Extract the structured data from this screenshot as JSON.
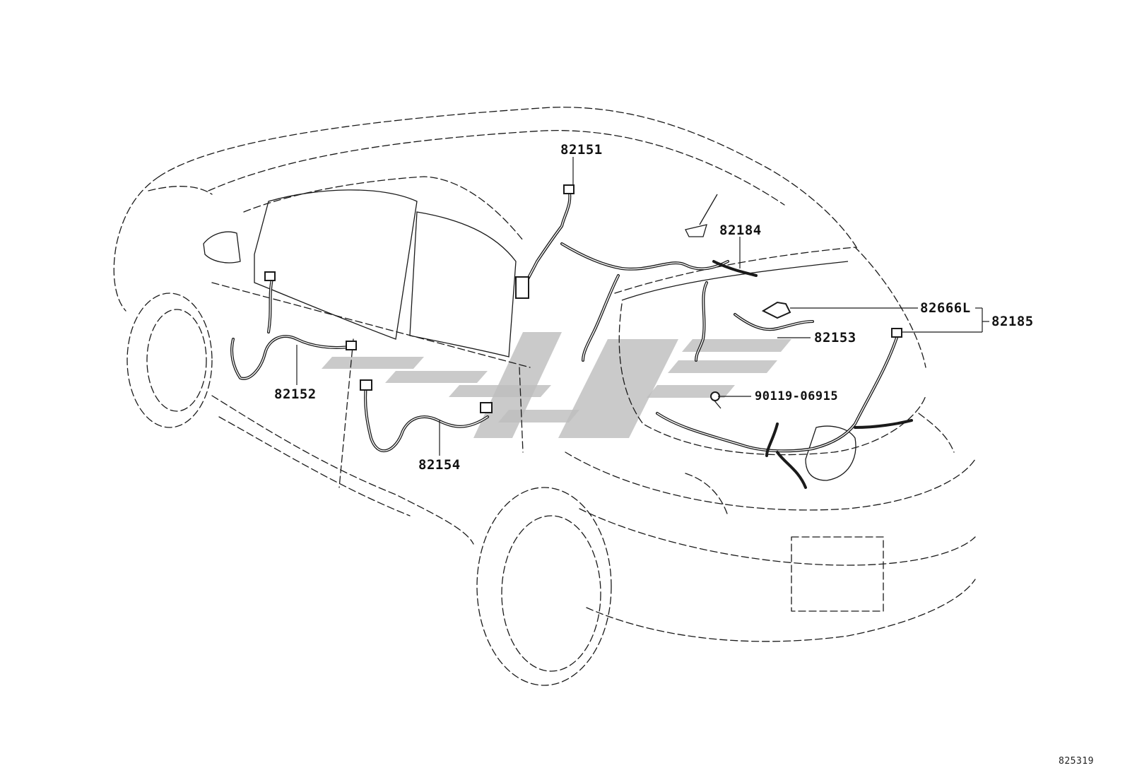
{
  "diagram": {
    "parts": {
      "p82151": "82151",
      "p82152": "82152",
      "p82153": "82153",
      "p82154": "82154",
      "p82184": "82184",
      "p82185": "82185",
      "p82666L": "82666L",
      "p90119": "90119-06915"
    },
    "diagram_id": "825319"
  },
  "colors": {
    "line": "#1a1a1a",
    "watermark": "#bdbdbd",
    "background": "#ffffff"
  }
}
